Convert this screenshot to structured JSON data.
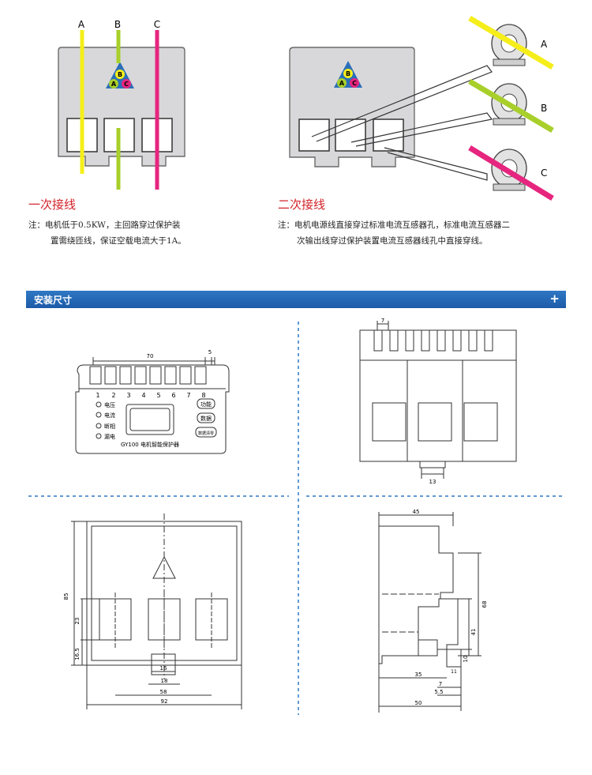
{
  "colors": {
    "phaseA": "#f5ee1a",
    "phaseB": "#a8cf2a",
    "phaseC": "#e6257f",
    "body": "#d8d8da",
    "accent": "#1f5fae",
    "title": "#d2232a"
  },
  "wiring": {
    "phases": [
      "A",
      "B",
      "C"
    ],
    "primary": {
      "title": "一次接线",
      "note_line1": "注：电机低于0.5KW，主回路穿过保护装",
      "note_line2": "置需绕匝线，保证空载电流大于1A。"
    },
    "secondary": {
      "title": "二次接线",
      "note_line1": "注：电机电源线直接穿过标准电流互感器孔，标准电流互感器二",
      "note_line2": "次输出线穿过保护装置电流互感器线孔中直接穿线。"
    }
  },
  "install": {
    "title": "安装尺寸",
    "plus": "+",
    "front": {
      "dims": {
        "width70": "70",
        "pitch5": "5"
      },
      "terminals": [
        "1",
        "2",
        "3",
        "4",
        "5",
        "6",
        "7",
        "8"
      ],
      "leds": [
        "电压",
        "电流",
        "断相",
        "漏电"
      ],
      "buttons": [
        "功能",
        "数据",
        "数据清零"
      ],
      "model": "GY100 电机智能保护器"
    },
    "top": {
      "dims": {
        "pitch7": "7",
        "width13": "13"
      }
    },
    "back": {
      "dims": {
        "h85": "85",
        "h23": "23",
        "h16_5": "16.5",
        "w16": "16",
        "w18": "18",
        "w58": "58",
        "w92": "92"
      }
    },
    "side": {
      "dims": {
        "w45": "45",
        "h68": "68",
        "h41": "41",
        "h10": "10",
        "w35": "35",
        "w7": "7",
        "w11": "11",
        "w5_5": "5.5",
        "w50": "50"
      }
    }
  }
}
